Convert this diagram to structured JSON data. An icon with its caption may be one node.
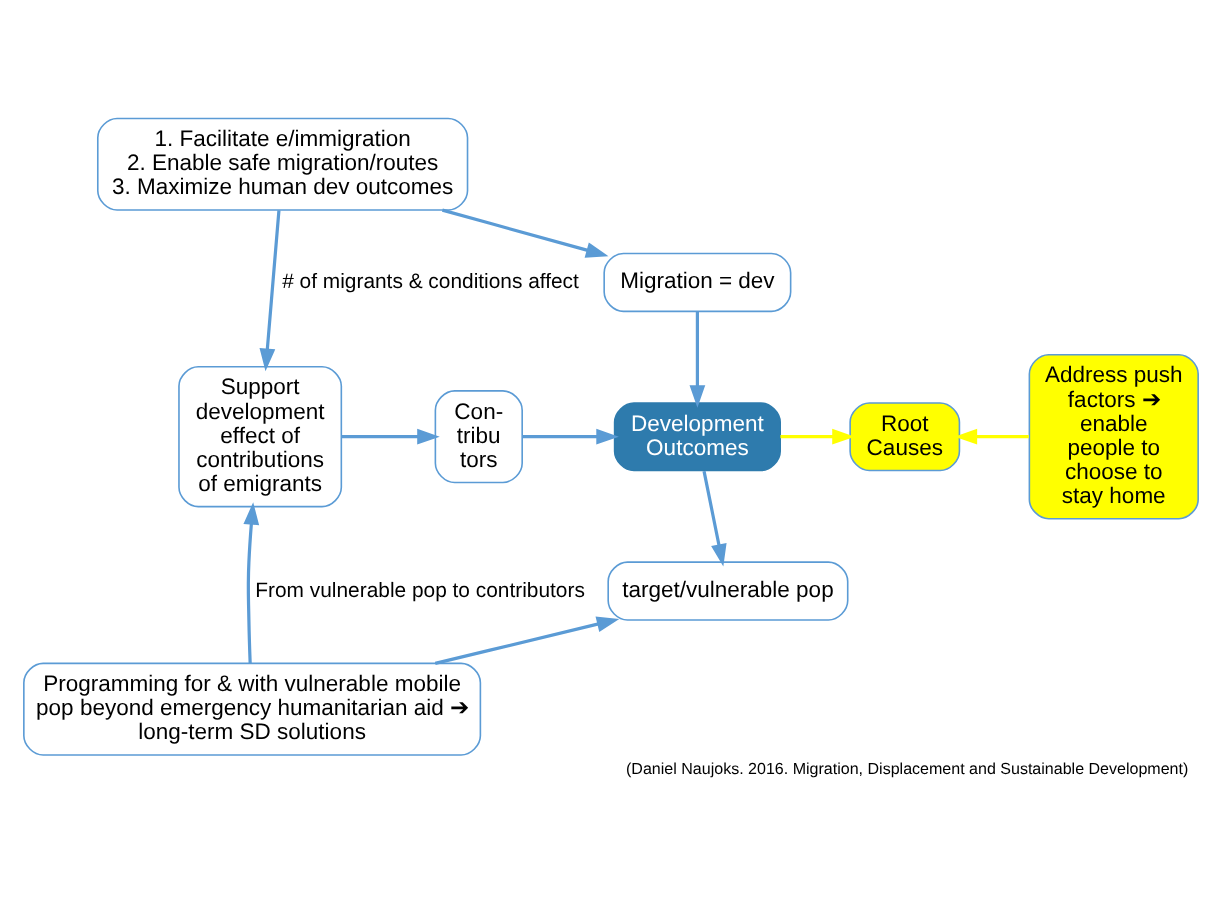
{
  "diagram": {
    "caption": "(Daniel Naujoks. 2016. Migration, Displacement and Sustainable Development)",
    "nodes": [
      {
        "text": [
          "1. Facilitate e/immigration",
          "2. Enable safe migration/routes",
          "3. Maximize human dev outcomes"
        ]
      },
      {
        "text": [
          "Migration = dev"
        ]
      },
      {
        "text": [
          "Support development effect of contributions of emigrants"
        ]
      },
      {
        "text": [
          "Con- tribu tors"
        ]
      },
      {
        "text": [
          "Development Outcomes"
        ]
      },
      {
        "text": [
          "Root Causes"
        ]
      },
      {
        "text": [
          "Address push factors ➔ enable people to choose to stay home"
        ]
      },
      {
        "text": [
          "target/vulnerable pop"
        ]
      },
      {
        "text": [
          "Programming for & with vulnerable mobile pop beyond emergency humanitarian aid ➔ long-term SD solutions"
        ]
      }
    ],
    "edges": [
      {
        "from": 0,
        "to": 1,
        "arrow": "to"
      },
      {
        "from": 1,
        "to": 4,
        "arrow": "to"
      },
      {
        "from": 2,
        "to": 3,
        "arrow": "to"
      },
      {
        "from": 3,
        "to": 4,
        "arrow": "to"
      },
      {
        "from": 4,
        "to": 5,
        "arrow": "to",
        "color": "#ffff00"
      },
      {
        "from": 6,
        "to": 5,
        "arrow": "to",
        "color": "#ffff00"
      },
      {
        "from": 4,
        "to": 7,
        "arrow": "to"
      },
      {
        "from": 8,
        "to": 7,
        "arrow": "to"
      },
      {
        "from": 0,
        "to": 2,
        "arrow": "to",
        "label": "# of migrants & conditions affect"
      },
      {
        "from": 8,
        "to": 2,
        "arrow": "to",
        "label": "From vulnerable pop to contributors"
      }
    ]
  }
}
